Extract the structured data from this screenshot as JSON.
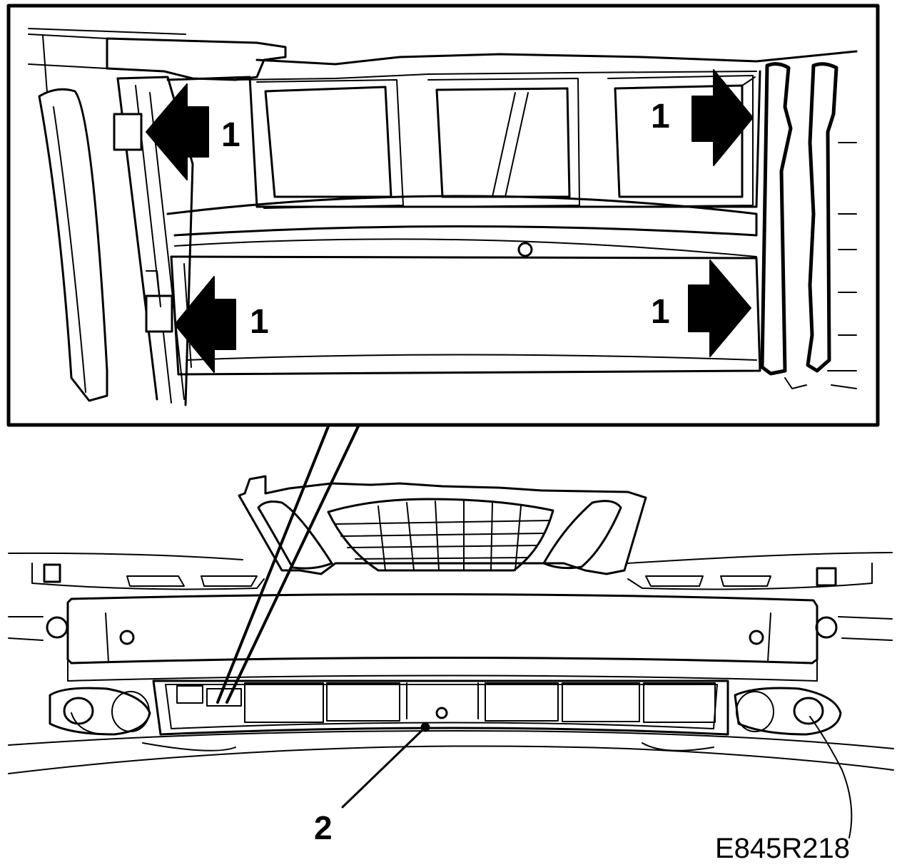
{
  "diagram": {
    "callouts": {
      "clip_upper_left": "1",
      "clip_upper_right": "1",
      "clip_lower_left": "1",
      "clip_lower_right": "1",
      "screw": "2"
    },
    "reference_code": "E845R218",
    "colors": {
      "ink": "#000000",
      "paper": "#ffffff"
    }
  }
}
